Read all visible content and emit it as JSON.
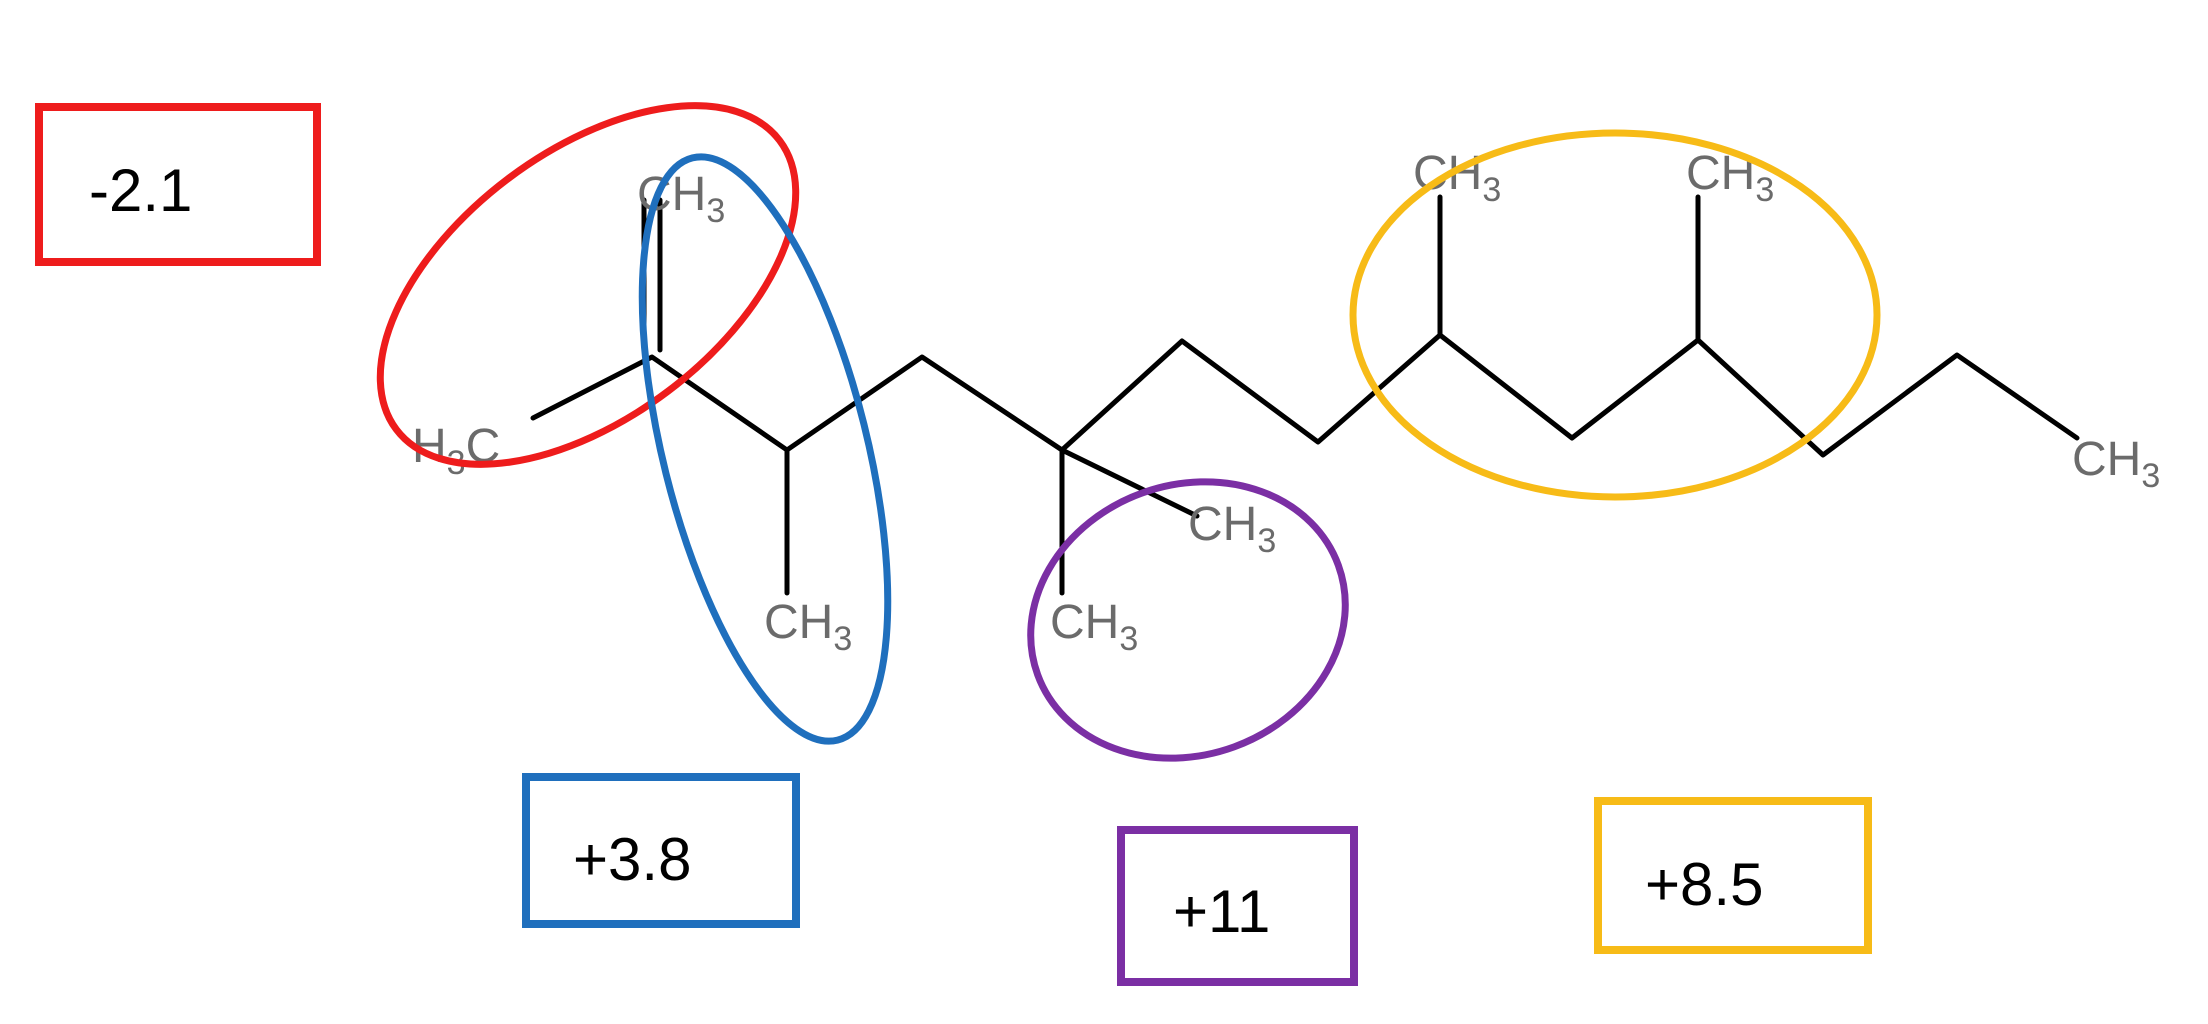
{
  "molecule": {
    "atoms": {
      "ch3_top_left": {
        "main": "CH",
        "sub": "3"
      },
      "h3c_left": {
        "pre": "H",
        "sub": "3",
        "main": "C"
      },
      "ch3_mid_low": {
        "main": "CH",
        "sub": "3"
      },
      "ch3_quat_right": {
        "main": "CH",
        "sub": "3"
      },
      "ch3_quat_low": {
        "main": "CH",
        "sub": "3"
      },
      "ch3_top_mid": {
        "main": "CH",
        "sub": "3"
      },
      "ch3_top_right": {
        "main": "CH",
        "sub": "3"
      },
      "ch3_end": {
        "main": "CH",
        "sub": "3"
      }
    }
  },
  "groups": [
    {
      "id": "red",
      "value": "-2.1",
      "color": "#ee1c1c"
    },
    {
      "id": "blue",
      "value": "+3.8",
      "color": "#1f6fbd"
    },
    {
      "id": "purple",
      "value": "+11",
      "color": "#7b2fa4"
    },
    {
      "id": "yellow",
      "value": "+8.5",
      "color": "#f7bb17"
    }
  ]
}
